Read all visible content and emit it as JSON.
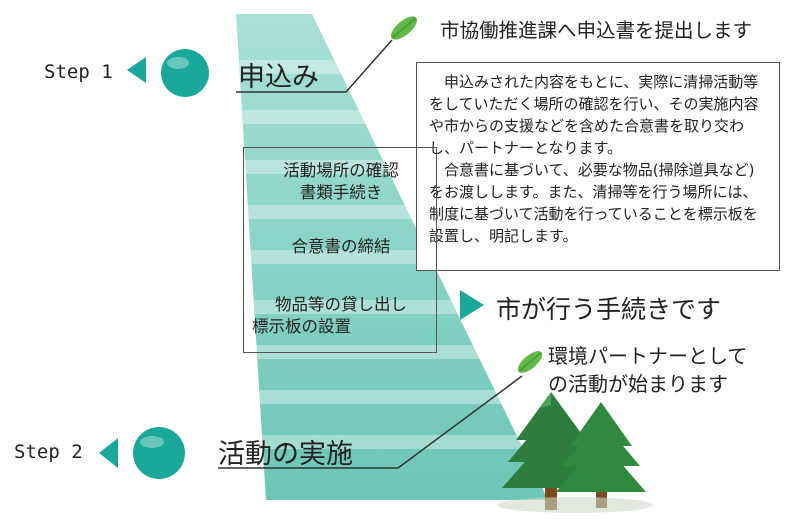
{
  "steps": {
    "step1": {
      "label": "Step 1",
      "title": "申込み"
    },
    "step2": {
      "label": "Step 2",
      "title": "活動の実施"
    }
  },
  "submit_note": "市協働推進課へ申込書を提出します",
  "description": {
    "paragraph1": "　申込みされた内容をもとに、実際に清掃活動等をしていただく場所の確認を行い、その実施内容や市からの支援などを含めた合意書を取り交わし、パートナーとなります。",
    "paragraph2": "　合意書に基づいて、必要な物品(掃除道具など)をお渡しします。また、清掃等を行う場所には、制度に基づいて活動を行っていることを標示板を設置し、明記します。"
  },
  "procedures": {
    "item1_line1": "活動場所の確認",
    "item1_line2": "書類手続き",
    "item2": "合意書の締結",
    "item3_line1": "物品等の貸し出し",
    "item3_line2": "標示板の設置"
  },
  "city_procedures_label": "市が行う手続きです",
  "partner_note": {
    "line1": "環境パートナーとして",
    "line2": "の活動が始まります"
  },
  "colors": {
    "teal": "#1aa89a",
    "teal_dark": "#0f7f75",
    "wedge_light": "#c8ece6",
    "wedge_mid": "#8fd4c8",
    "leaf": "#5fb847",
    "tree": "#2e7d3c",
    "trunk": "#7a4a22"
  }
}
